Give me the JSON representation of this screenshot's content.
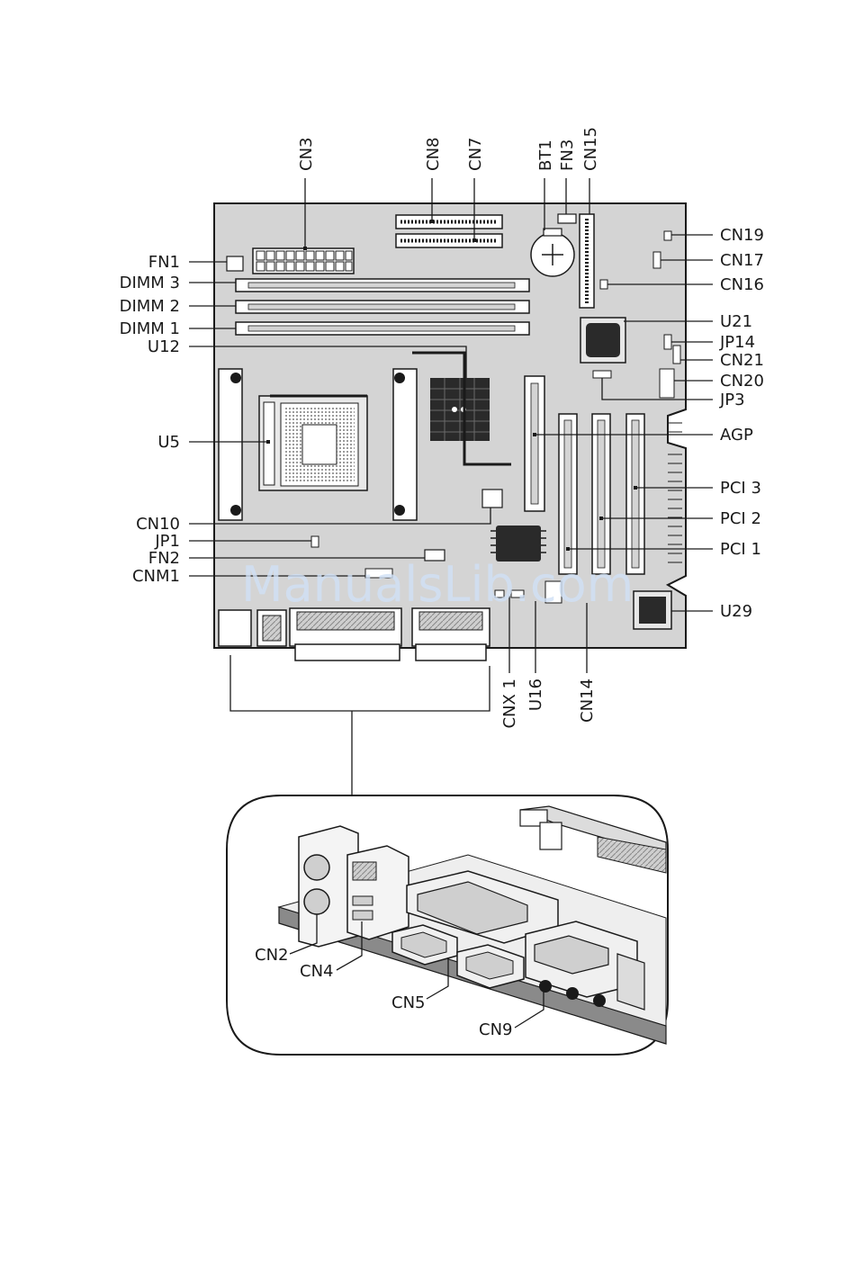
{
  "watermark": "ManualsLib.com",
  "labels": {
    "top": [
      "CN3",
      "CN8",
      "CN7",
      "BT1",
      "FN3",
      "CN15"
    ],
    "left": [
      "FN1",
      "DIMM 3",
      "DIMM 2",
      "DIMM 1",
      "U12",
      "U5",
      "CN10",
      "JP1",
      "FN2",
      "CNM1"
    ],
    "right": [
      "CN19",
      "CN17",
      "CN16",
      "U21",
      "JP14",
      "CN21",
      "CN20",
      "JP3",
      "AGP",
      "PCI 3",
      "PCI 2",
      "PCI 1",
      "U29"
    ],
    "bottom": [
      "CNX 1",
      "U16",
      "CN14"
    ],
    "inset": [
      "CN2",
      "CN4",
      "CN5",
      "CN9"
    ]
  },
  "colors": {
    "board": "#d4d4d4",
    "ink": "#1a1a1a",
    "heatsink": "#2a2a2a"
  }
}
